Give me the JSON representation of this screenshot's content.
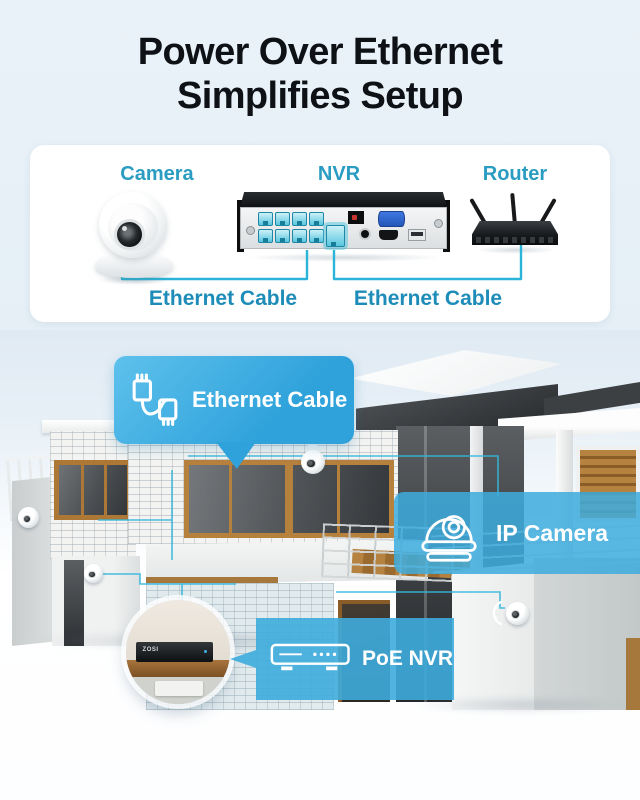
{
  "title": {
    "line1": "Power Over Ethernet",
    "line2": "Simplifies Setup"
  },
  "colors": {
    "background": "#e8f1f8",
    "card_background": "#ffffff",
    "device_label": "#2a9cc2",
    "cable_line": "#2ab4d9",
    "cable_label": "#1e8cb8",
    "callout_blue": "#3fadde",
    "title_text": "#0e1216"
  },
  "diagram": {
    "devices": [
      {
        "id": "camera",
        "label": "Camera",
        "icon": "dome-camera-image"
      },
      {
        "id": "nvr",
        "label": "NVR",
        "icon": "nvr-rear-panel-image"
      },
      {
        "id": "router",
        "label": "Router",
        "icon": "router-image"
      }
    ],
    "connections": [
      {
        "from": "Camera",
        "to": "NVR",
        "label": "Ethernet Cable"
      },
      {
        "from": "NVR",
        "to": "Router",
        "label": "Ethernet Cable"
      }
    ]
  },
  "house": {
    "callouts": [
      {
        "id": "ethernet-cable",
        "icon": "ethernet-cable-icon",
        "label": "Ethernet Cable"
      },
      {
        "id": "ip-camera",
        "icon": "dome-camera-icon",
        "label": "IP Camera"
      },
      {
        "id": "poe-nvr",
        "icon": "nvr-icon",
        "label": "PoE NVR"
      }
    ],
    "inset": {
      "device_brand": "ZOSI"
    },
    "mounted_camera_count": 4
  }
}
